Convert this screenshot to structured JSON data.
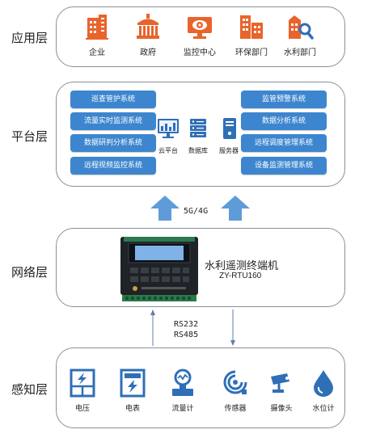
{
  "layers": {
    "application": {
      "label": "应用层",
      "items": [
        "企业",
        "政府",
        "监控中心",
        "环保部门",
        "水利部门"
      ]
    },
    "platform": {
      "label": "平台层",
      "left_systems": [
        "巡查管护系统",
        "流量实时监测系统",
        "数据研判分析系统",
        "远程视频监控系统"
      ],
      "right_systems": [
        "监管预警系统",
        "数据分析系统",
        "远程调度管理系统",
        "设备监测管理系统"
      ],
      "center_items": [
        "云平台",
        "数据库",
        "服务器"
      ]
    },
    "network": {
      "label": "网络层",
      "device_name": "水利遥测终端机",
      "device_model": "ZY-RTU160",
      "uplink": "5G/4G"
    },
    "interfaces": {
      "line1": "RS232",
      "line2": "RS485"
    },
    "sensing": {
      "label": "感知层",
      "items": [
        "电压",
        "电表",
        "流量计",
        "传感器",
        "摄像头",
        "水位计"
      ]
    }
  },
  "colors": {
    "icon_orange": "#e8642c",
    "icon_blue": "#2f6fb6",
    "button_blue": "#3d86cf",
    "arrow_blue": "#5f9bd8"
  }
}
